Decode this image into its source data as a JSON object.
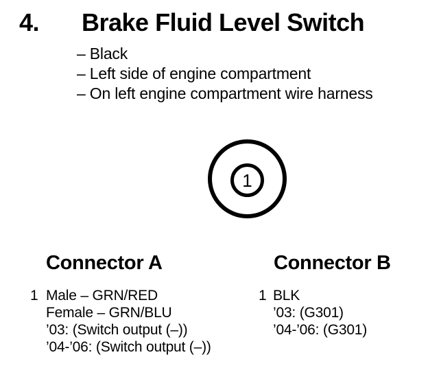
{
  "page": {
    "section_number": "4.",
    "title": "Brake Fluid Level Switch",
    "bullets": [
      "– Black",
      "– Left side of engine compartment",
      "– On left engine compartment wire harness"
    ]
  },
  "diagram": {
    "pin_label": "1"
  },
  "connector_a": {
    "heading": "Connector A",
    "pin_number": "1",
    "lines": [
      "Male – GRN/RED",
      "Female – GRN/BLU",
      "’03: (Switch output (–))",
      "’04-’06: (Switch output (–))"
    ]
  },
  "connector_b": {
    "heading": "Connector B",
    "pin_number": "1",
    "lines": [
      "BLK",
      "’03: (G301)",
      "’04-’06: (G301)"
    ]
  },
  "colors": {
    "ink": "#000000",
    "background": "#ffffff"
  }
}
